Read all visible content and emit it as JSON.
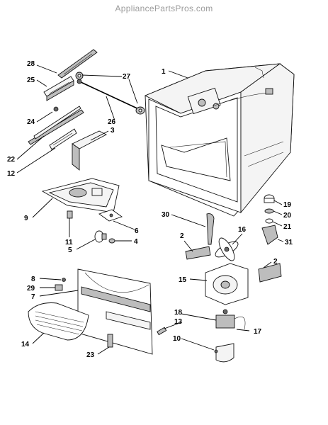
{
  "watermark": "AppliancePartsPros.com",
  "callouts": {
    "p1": "1",
    "p2a": "2",
    "p2b": "2",
    "p3": "3",
    "p4": "4",
    "p5": "5",
    "p6": "6",
    "p7": "7",
    "p8": "8",
    "p9": "9",
    "p10": "10",
    "p11": "11",
    "p12": "12",
    "p13": "13",
    "p14": "14",
    "p15": "15",
    "p16": "16",
    "p17": "17",
    "p18": "18",
    "p19": "19",
    "p20": "20",
    "p21": "21",
    "p22": "22",
    "p23": "23",
    "p24": "24",
    "p25": "25",
    "p26": "26",
    "p27": "27",
    "p28": "28",
    "p29": "29",
    "p30": "30",
    "p31": "31"
  }
}
